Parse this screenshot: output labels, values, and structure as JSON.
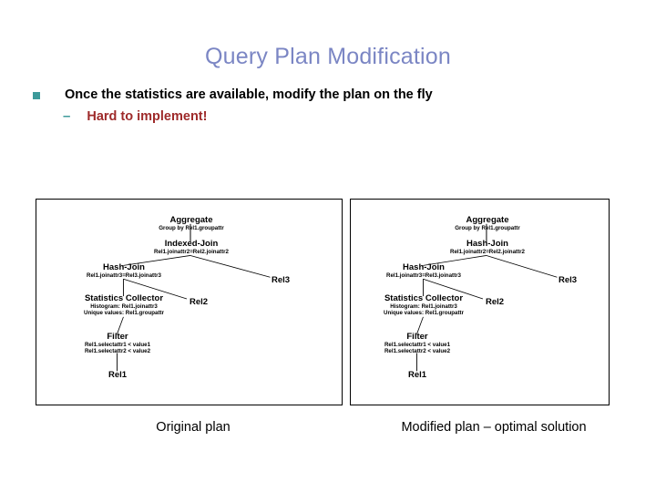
{
  "slide": {
    "title": "Query Plan Modification",
    "bullets": [
      {
        "level": 1,
        "marker": "square-bullet",
        "text": "Once the statistics are available, modify the plan on the fly"
      },
      {
        "level": 2,
        "marker": "–",
        "text": "Hard to implement!"
      }
    ]
  },
  "colors": {
    "title": "#7b86c4",
    "bullet_marker": "#3d9a9a",
    "sub_bullet_text": "#9e2a2a",
    "body_text": "#000000",
    "box_border": "#000000",
    "background": "#ffffff"
  },
  "diagrams": [
    {
      "id": "original-plan",
      "caption": "Original plan",
      "nodes": {
        "aggregate": {
          "title": "Aggregate",
          "sub": [
            "Group by Rel1.groupattr"
          ]
        },
        "top_join": {
          "title": "Indexed-Join",
          "sub": [
            "Rel1.joinattr2=Rel2.joinattr2"
          ]
        },
        "inner_join": {
          "title": "Hash-Join",
          "sub": [
            "Rel1.joinattr3=Rel3.joinattr3"
          ]
        },
        "stats": {
          "title": "Statistics Collector",
          "sub": [
            "Histogram: Rel1.joinattr3",
            "Unique values: Rel1.groupattr"
          ]
        },
        "filter": {
          "title": "Filter",
          "sub": [
            "Rel1.selectattr1 < value1",
            "Rel1.selectattr2 < value2"
          ]
        },
        "rel1": {
          "title": "Rel1",
          "sub": []
        },
        "rel2": {
          "title": "Rel2",
          "sub": []
        },
        "rel3": {
          "title": "Rel3",
          "sub": []
        }
      }
    },
    {
      "id": "modified-plan",
      "caption": "Modified plan – optimal solution",
      "nodes": {
        "aggregate": {
          "title": "Aggregate",
          "sub": [
            "Group by Rel1.groupattr"
          ]
        },
        "top_join": {
          "title": "Hash-Join",
          "sub": [
            "Rel1.joinattr2=Rel2.joinattr2"
          ]
        },
        "inner_join": {
          "title": "Hash-Join",
          "sub": [
            "Rel1.joinattr3=Rel3.joinattr3"
          ]
        },
        "stats": {
          "title": "Statistics Collector",
          "sub": [
            "Histogram: Rel1.joinattr3",
            "Unique values: Rel1.groupattr"
          ]
        },
        "filter": {
          "title": "Filter",
          "sub": [
            "Rel1.selectattr1 < value1",
            "Rel1.selectattr2 < value2"
          ]
        },
        "rel1": {
          "title": "Rel1",
          "sub": []
        },
        "rel2": {
          "title": "Rel2",
          "sub": []
        },
        "rel3": {
          "title": "Rel3",
          "sub": []
        }
      }
    }
  ]
}
